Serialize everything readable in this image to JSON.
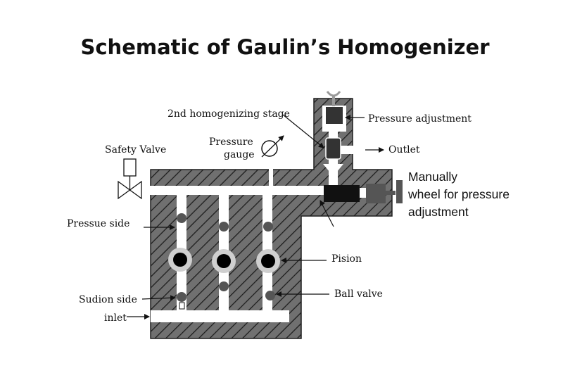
{
  "title": "Schematic of Gaulin’s Homogenizer",
  "labels": {
    "second_stage": "2nd homogenizing stage",
    "pressure_adjustment": "Pressure adjustment",
    "outlet": "Outlet",
    "pressure_gauge_line1": "Pressure",
    "pressure_gauge_line2": "gauge",
    "safety_valve": "Safety Valve",
    "manual_wheel_line1": "Manually",
    "manual_wheel_line2": "wheel for pressure",
    "manual_wheel_line3": "adjustment",
    "pressure_side": "Pressue side",
    "piston": "Pision",
    "suction_side": "Sudion side",
    "ball_valve": "Ball valve",
    "inlet": "inlet"
  },
  "colors": {
    "body_fill": "#707070",
    "hatch_line": "#1e1e1e",
    "channel": "#ffffff",
    "valve_ball": "#555555",
    "piston_ring": "#cfcfcf",
    "piston_core": "#000000",
    "adjust_block": "#333333",
    "wheel": "#555555"
  }
}
